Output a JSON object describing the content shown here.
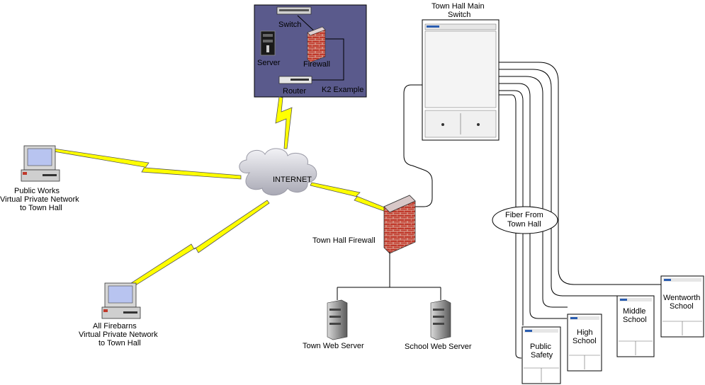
{
  "k2_box": {
    "caption": "K2 Example",
    "switch": "Switch",
    "server": "Server",
    "firewall": "Firewall",
    "router": "Router"
  },
  "town_hall_switch": {
    "line1": "Town Hall Main",
    "line2": "Switch"
  },
  "internet": "INTERNET",
  "public_works": {
    "line1": "Public Works",
    "line2": "Virtual Private Network",
    "line3": "to Town Hall"
  },
  "firebarns": {
    "line1": "All Firebarns",
    "line2": "Virtual Private Network",
    "line3": "to Town Hall"
  },
  "town_hall_firewall": "Town Hall Firewall",
  "town_web_server": "Town Web Server",
  "school_web_server": "School Web Server",
  "fiber": {
    "line1": "Fiber From",
    "line2": "Town Hall"
  },
  "sites": {
    "public_safety": {
      "line1": "Public",
      "line2": "Safety"
    },
    "high_school": {
      "line1": "High",
      "line2": "School"
    },
    "middle_school": {
      "line1": "Middle",
      "line2": "School"
    },
    "wentworth_school": {
      "line1": "Wentworth",
      "line2": "School"
    }
  },
  "colors": {
    "k2_bg": "#5a5a8c",
    "lightning": "#ffff00",
    "firewall_brick": "#c0392b",
    "cloud": "#c8c8d0"
  }
}
